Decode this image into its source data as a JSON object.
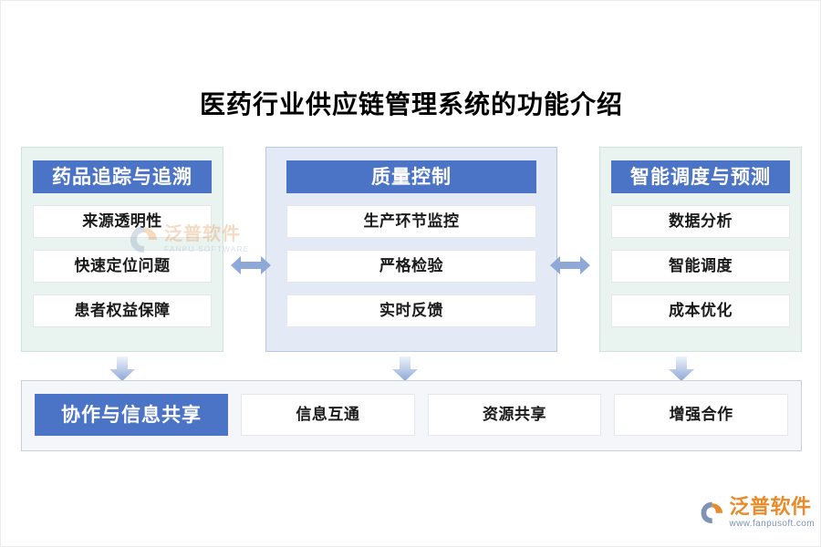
{
  "title": "医药行业供应链管理系统的功能介绍",
  "columns": [
    {
      "header": "药品追踪与追溯",
      "items": [
        "来源透明性",
        "快速定位问题",
        "患者权益保障"
      ]
    },
    {
      "header": "质量控制",
      "items": [
        "生产环节监控",
        "严格检验",
        "实时反馈"
      ]
    },
    {
      "header": "智能调度与预测",
      "items": [
        "数据分析",
        "智能调度",
        "成本优化"
      ]
    }
  ],
  "bottom": {
    "header": "协作与信息共享",
    "items": [
      "信息互通",
      "资源共享",
      "增强合作"
    ]
  },
  "connectors": {
    "horizontal": [
      "双向箭头",
      "双向箭头"
    ],
    "vertical": [
      "向下箭头",
      "向下箭头",
      "向下箭头"
    ]
  },
  "watermark": {
    "cn": "泛普软件",
    "en": "FANPU SOFTWARE"
  },
  "logo": {
    "cn": "泛普软件",
    "url": "www.fanpusoft.com"
  },
  "colors": {
    "header_blue": "#4b74c6",
    "panel_mint": "#e9f4f0",
    "panel_lavender": "#e3eaf5",
    "bottom_bg": "#f4f6f9",
    "arrow_blue": "#8ea8d8",
    "logo_orange": "#e98a2b",
    "card_white": "#ffffff",
    "text_black": "#1a1a1a"
  }
}
